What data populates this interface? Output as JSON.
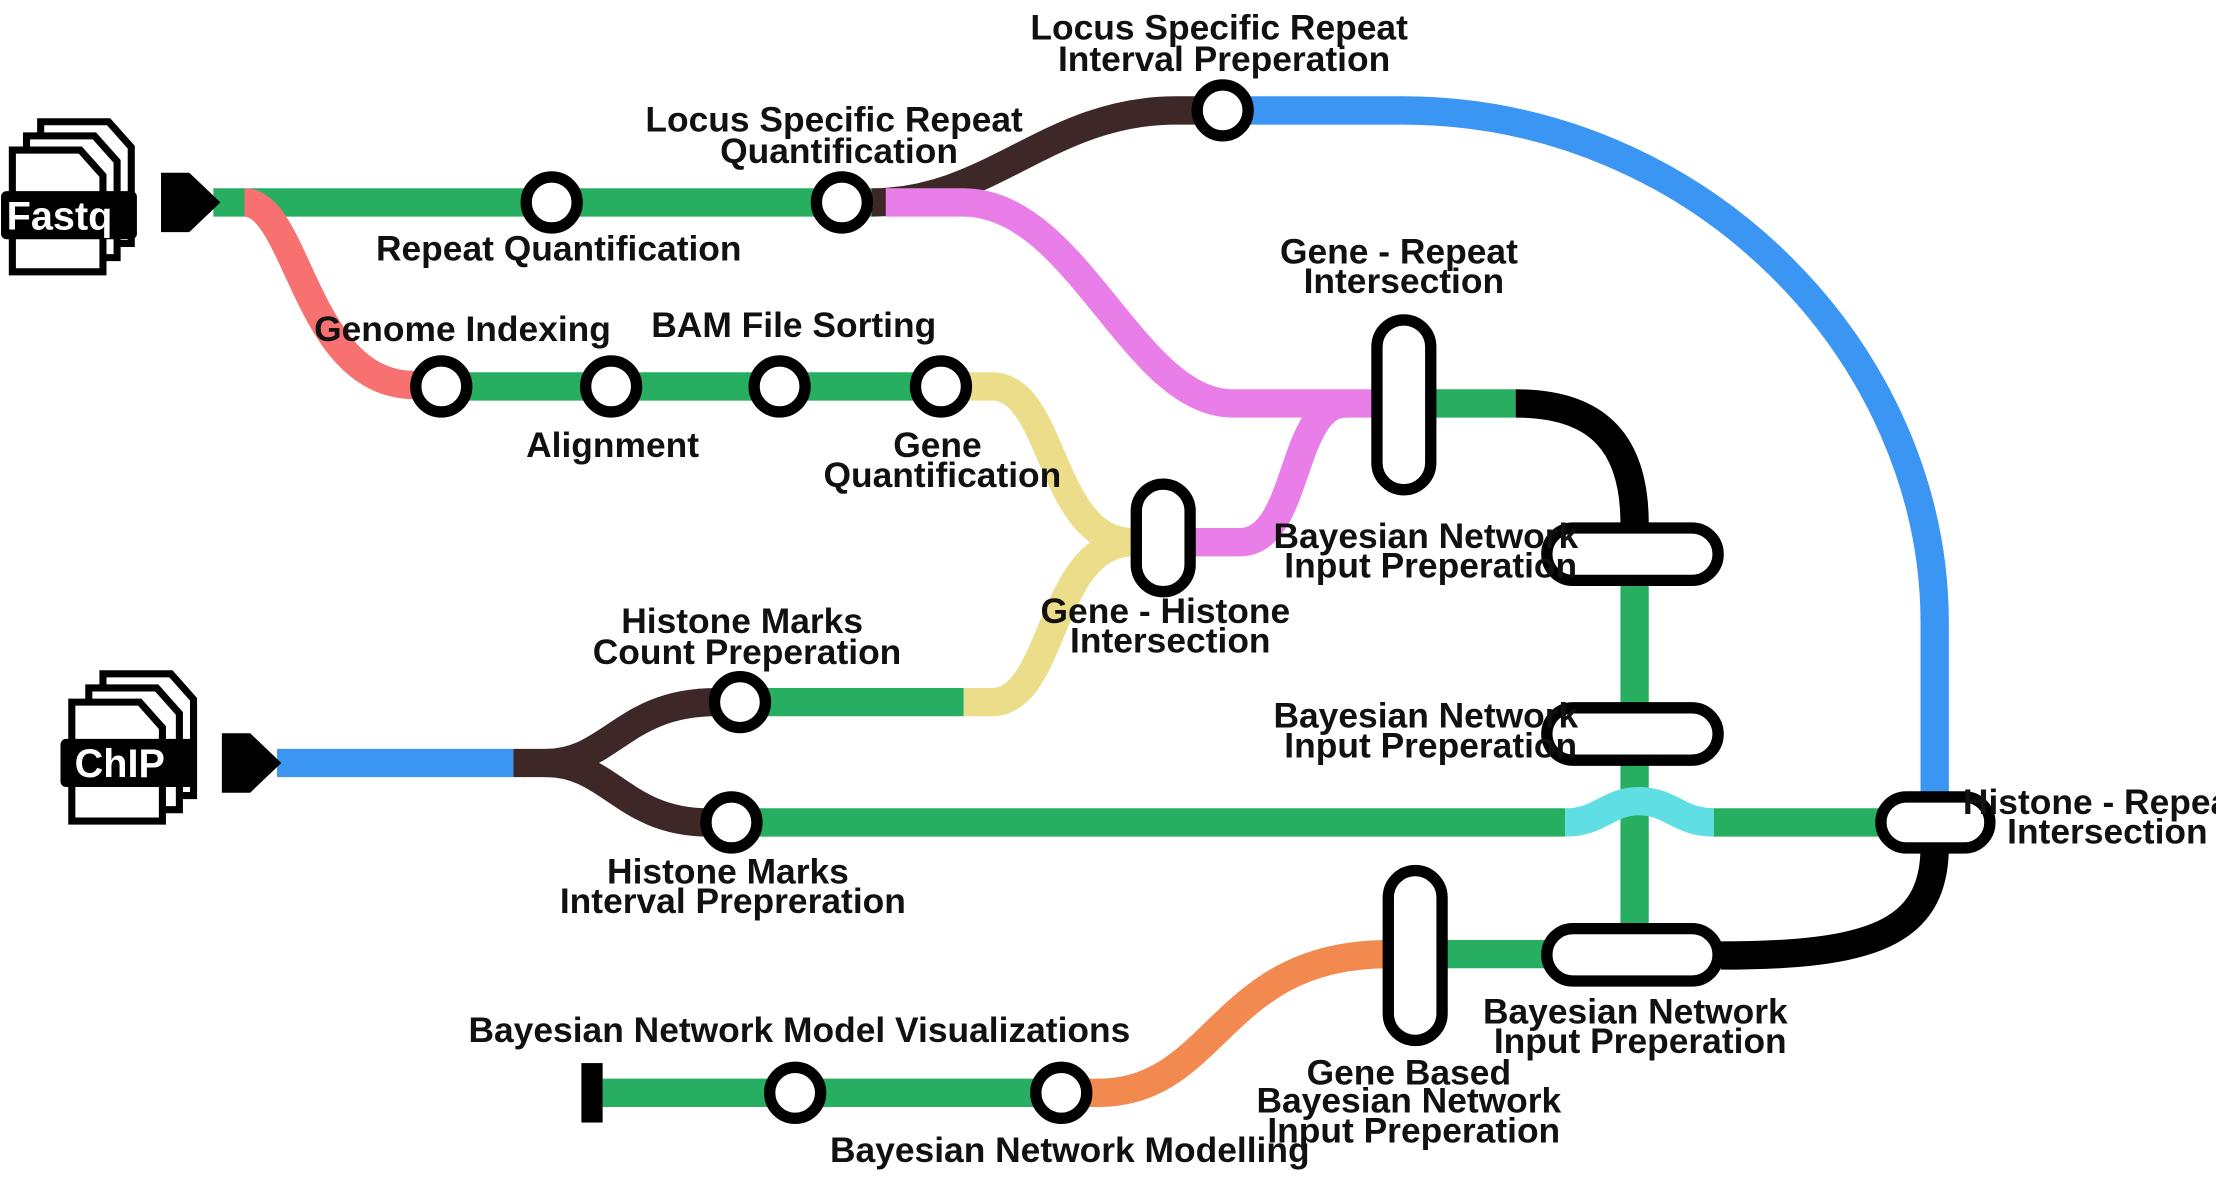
{
  "colors": {
    "green": "#27ae60",
    "red": "#f87171",
    "dark": "#3e2727",
    "blue": "#3b95f2",
    "pink": "#ea7ee9",
    "yellow": "#ecdd8a",
    "cyan": "#5fdfe4",
    "black": "#000000",
    "orange": "#f2894e"
  },
  "inputs": {
    "fastq": "Fastq",
    "chip": "ChIP"
  },
  "labels": {
    "locus_interval": [
      "Locus Specific Repeat",
      "Interval Preperation"
    ],
    "locus_quant": [
      "Locus Specific Repeat",
      "Quantification"
    ],
    "repeat_quant": [
      "Repeat Quantification"
    ],
    "genome_indexing": [
      "Genome Indexing"
    ],
    "bam_sorting": [
      "BAM File Sorting"
    ],
    "alignment": [
      "Alignment"
    ],
    "gene_quant": [
      "Gene",
      "Quantification"
    ],
    "gene_repeat": [
      "Gene - Repeat",
      "Intersection"
    ],
    "bn_input_1": [
      "Bayesian Network",
      "Input Preperation"
    ],
    "bn_input_2": [
      "Bayesian Network",
      "Input Preperation"
    ],
    "gene_histone": [
      "Gene - Histone",
      "Intersection"
    ],
    "histone_count": [
      "Histone Marks",
      "Count Preperation"
    ],
    "histone_interval": [
      "Histone Marks",
      "Interval Prepreration"
    ],
    "histone_repeat": [
      "Histone - Repeat",
      "Intersection"
    ],
    "bn_input_3": [
      "Bayesian Network",
      "Input Preperation"
    ],
    "bn_viz": [
      "Bayesian Network Model Visualizations"
    ],
    "gene_based_bn": [
      "Gene Based",
      "Bayesian Network",
      "Input Preperation"
    ],
    "bn_modelling": [
      "Bayesian Network Modelling"
    ]
  }
}
